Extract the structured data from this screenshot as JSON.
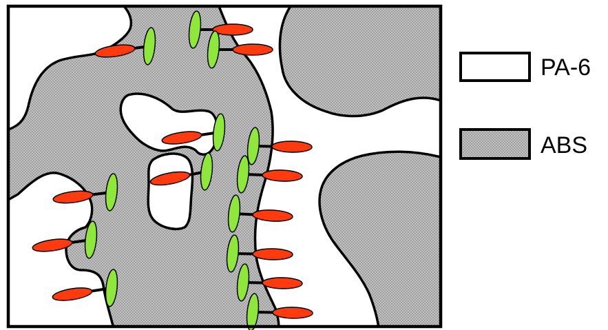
{
  "legend": {
    "items": [
      {
        "label": "PA-6",
        "fill": "white"
      },
      {
        "label": "ABS",
        "fill": "stippled-gray"
      }
    ]
  },
  "colors": {
    "background": "#ffffff",
    "abs_fill": "#bdbdbd",
    "abs_dots": "#6e6e6e",
    "outline": "#000000",
    "green_block": "#8fe63c",
    "red_block": "#ff3a0e"
  }
}
